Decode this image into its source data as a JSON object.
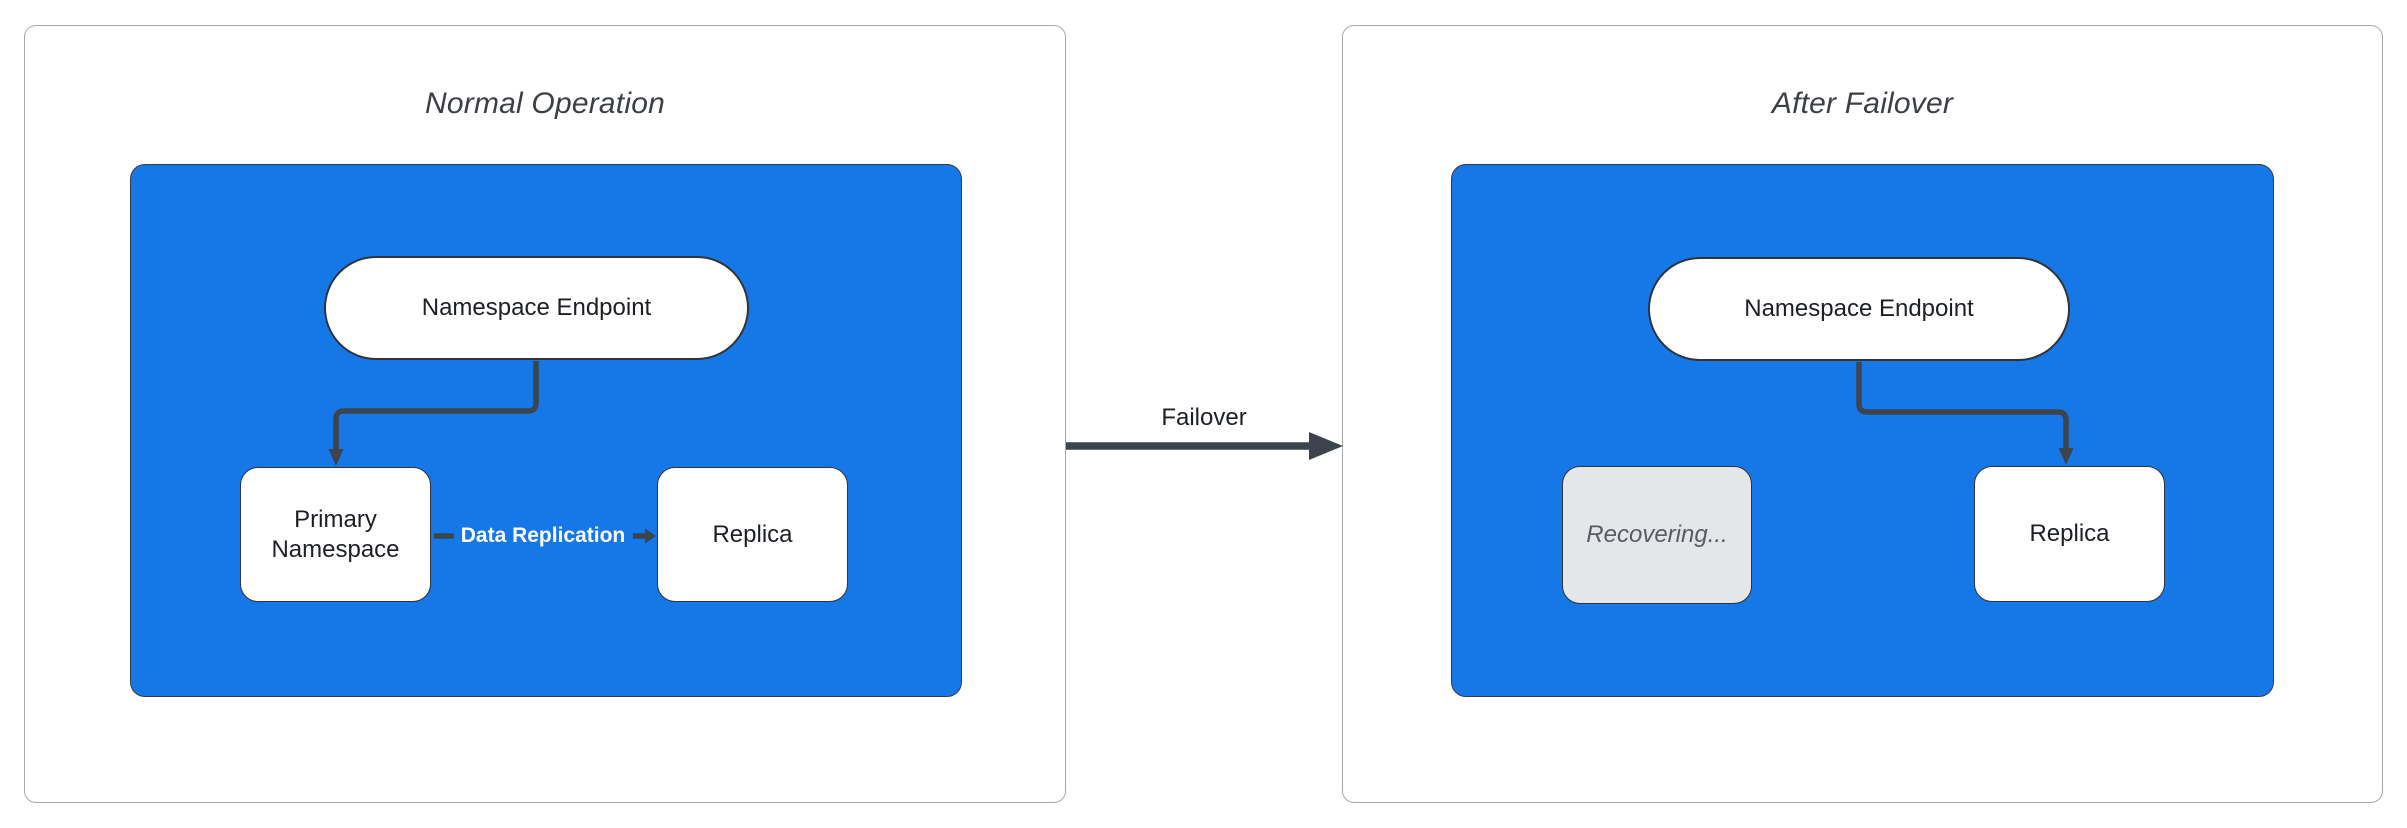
{
  "left_panel": {
    "title": "Normal Operation",
    "endpoint": "Namespace Endpoint",
    "primary": "Primary Namespace",
    "replica": "Replica",
    "replication_label": "Data Replication"
  },
  "right_panel": {
    "title": "After Failover",
    "endpoint": "Namespace Endpoint",
    "recovering": "Recovering...",
    "replica": "Replica"
  },
  "transition": {
    "label": "Failover"
  },
  "colors": {
    "blue": "#1677E6",
    "stroke": "#3D444D",
    "node-border": "#2F343A",
    "panel-border": "#A6A9AE",
    "text": "#1C1F23",
    "title": "#3C4046",
    "recovering-fill": "#E4E6E9",
    "recovering-text": "#575D64"
  }
}
